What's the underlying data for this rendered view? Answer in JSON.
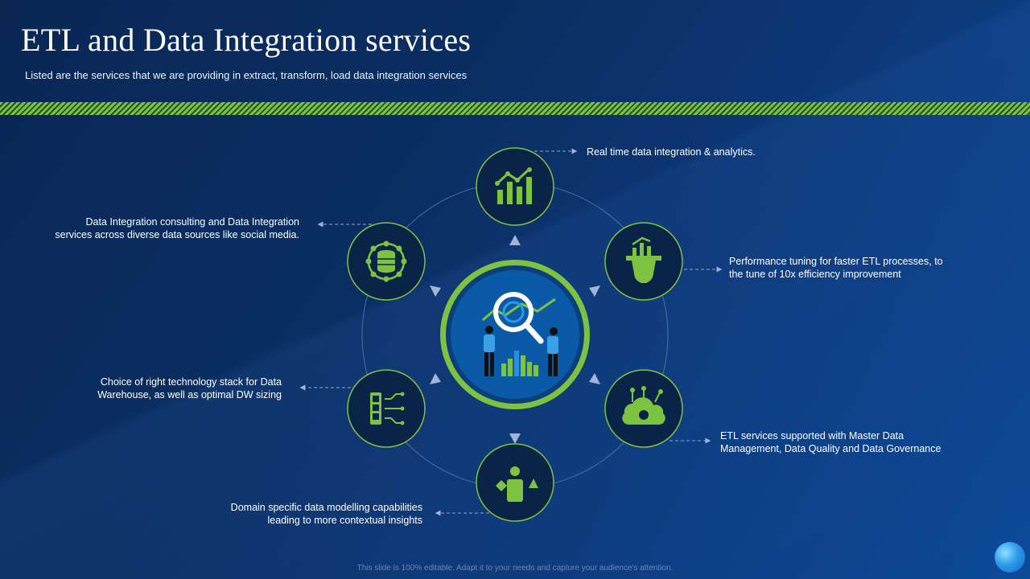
{
  "slide": {
    "title": "ETL and Data Integration services",
    "subtitle": "Listed are the services that we are providing  in extract, transform, load data integration services",
    "footer": "This slide is 100% editable. Adapt it to your needs and capture your audience's attention."
  },
  "services": [
    {
      "id": "realtime",
      "icon": "bar-chart-trend-icon",
      "text": [
        "Real time data integration & analytics."
      ]
    },
    {
      "id": "performance",
      "icon": "gear-growth-icon",
      "text": [
        "Performance  tuning for faster ETL processes, to",
        "the tune of 10x efficiency improvement"
      ]
    },
    {
      "id": "mdm",
      "icon": "cloud-network-icon",
      "text": [
        "ETL services supported  with Master Data",
        "Management, Data Quality and Data Governance"
      ]
    },
    {
      "id": "modelling",
      "icon": "person-shapes-icon",
      "text": [
        "Domain specific data modelling capabilities",
        "leading to more contextual insights"
      ]
    },
    {
      "id": "techstack",
      "icon": "server-circuit-icon",
      "text": [
        "Choice of right technology stack for Data",
        "Warehouse, as well as optimal DW sizing"
      ]
    },
    {
      "id": "consulting",
      "icon": "database-network-icon",
      "text": [
        "Data Integration  consulting and Data Integration",
        "services across diverse  data sources like social media."
      ]
    }
  ],
  "center": {
    "icon": "analysts-magnifier-icon"
  },
  "colors": {
    "accent_green": "#7ec242",
    "node_fill": "#0a2448",
    "center_fill": "#0b5aa8"
  }
}
